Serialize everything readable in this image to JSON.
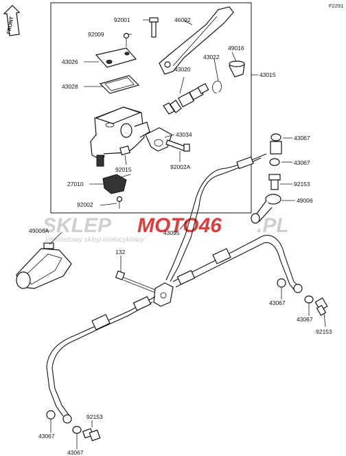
{
  "figure_code": "F2291",
  "front_badge": "FRONT",
  "watermark": {
    "brand_a": "SKLEP",
    "brand_b": "MOTO46",
    "brand_c": ".PL",
    "tagline": "internetowy sklep motocyklowy",
    "colors": {
      "grey": "#cfcfcf",
      "red": "#e23b3b"
    }
  },
  "parts": {
    "p92001": "92001",
    "p46092": "46092",
    "p92009": "92009",
    "p49016": "49016",
    "p43022": "43022",
    "p43026": "43026",
    "p43020": "43020",
    "p43015": "43015",
    "p43028": "43028",
    "p43034": "43034",
    "p92015": "92015",
    "p92002A": "92002A",
    "p27010": "27010",
    "p92002": "92002",
    "p43067a": "43067",
    "p43067b": "43067",
    "p92153a": "92153",
    "p49006": "49006",
    "p43095": "43095",
    "p49006A": "49006A",
    "p132": "132",
    "p43067c": "43067",
    "p43067d": "43067",
    "p92153b": "92153",
    "p43067e": "43067",
    "p92153c": "92153",
    "p43067f": "43067"
  }
}
